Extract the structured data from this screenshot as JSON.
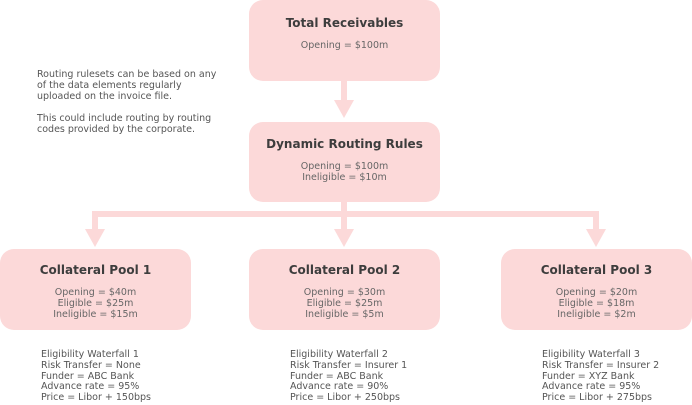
{
  "diagram": {
    "root": {
      "title": "Total Receivables",
      "lines": [
        "Opening = $100m"
      ]
    },
    "router": {
      "title": "Dynamic Routing Rules",
      "lines": [
        "Opening = $100m",
        "Ineligible = $10m"
      ]
    },
    "pools": [
      {
        "title": "Collateral Pool 1",
        "lines": [
          "Opening = $40m",
          "Eligible = $25m",
          "Ineligible = $15m"
        ],
        "details": [
          "Eligibility Waterfall 1",
          "Risk Transfer = None",
          "Funder = ABC Bank",
          "Advance rate = 95%",
          "Price = Libor + 150bps"
        ]
      },
      {
        "title": "Collateral Pool 2",
        "lines": [
          "Opening = $30m",
          "Eligible = $25m",
          "Ineligible = $5m"
        ],
        "details": [
          "Eligibility Waterfall 2",
          "Risk Transfer = Insurer 1",
          "Funder = ABC Bank",
          "Advance rate = 90%",
          "Price = Libor + 250bps"
        ]
      },
      {
        "title": "Collateral Pool 3",
        "lines": [
          "Opening = $20m",
          "Eligible = $18m",
          "Ineligible = $2m"
        ],
        "details": [
          "Eligibility Waterfall 3",
          "Risk Transfer = Insurer 2",
          "Funder = XYZ Bank",
          "Advance rate = 95%",
          "Price = Libor + 275bps"
        ]
      }
    ],
    "note": {
      "paragraphs": [
        "Routing rulesets can be based on any of the data elements regularly uploaded on the invoice file.",
        "This could include routing by routing codes provided by the corporate."
      ]
    },
    "colors": {
      "box_fill": "#fcd9d9",
      "connector": "#fcd9d9"
    }
  }
}
